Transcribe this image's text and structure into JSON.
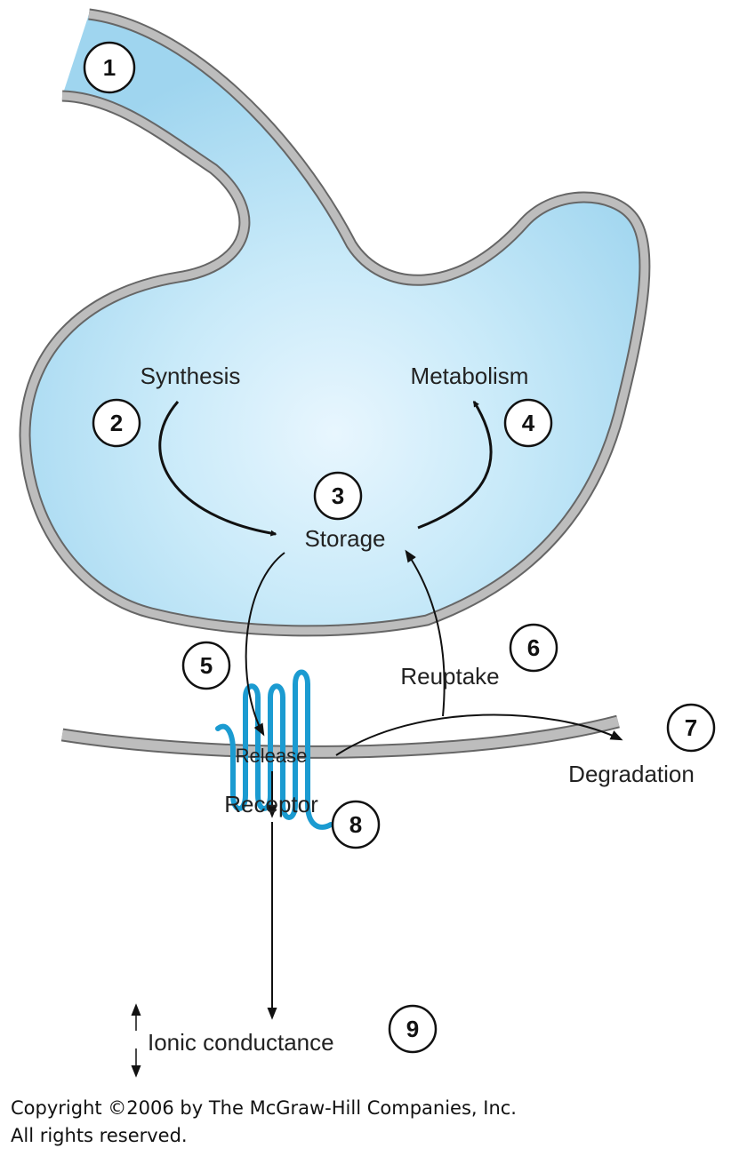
{
  "labels": {
    "synthesis": "Synthesis",
    "metabolism": "Metabolism",
    "storage": "Storage",
    "reuptake": "Reuptake",
    "release": "Release",
    "degradation": "Degradation",
    "receptor": "Receptor",
    "ionic": "Ionic conductance"
  },
  "steps": [
    "1",
    "2",
    "3",
    "4",
    "5",
    "6",
    "7",
    "8",
    "9"
  ],
  "copyright": {
    "line1": "Copyright ©2006 by The McGraw-Hill Companies, Inc.",
    "line2": "All rights reserved."
  },
  "colors": {
    "terminal_fill": "#a9dbf3",
    "terminal_center": "#e3f4fd",
    "membrane": "#b9b9b9",
    "membrane_edge": "#666666",
    "receptor": "#1b9bd1",
    "arrow": "#111111"
  }
}
